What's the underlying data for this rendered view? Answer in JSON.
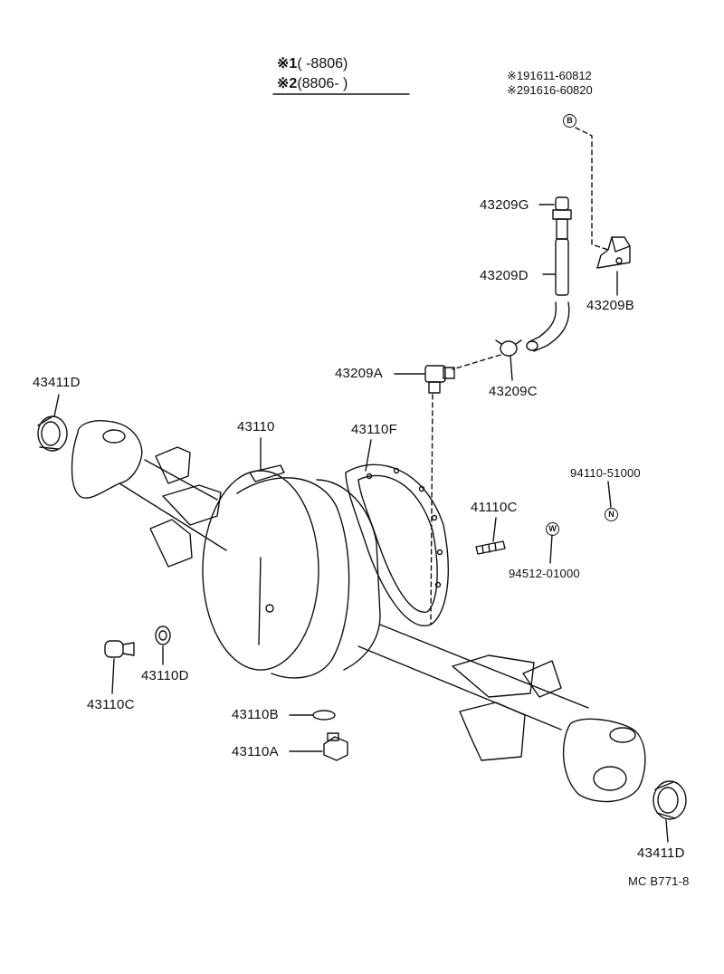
{
  "applicability_notes": [
    {
      "mark": "※1",
      "range": "(        -8806)"
    },
    {
      "mark": "※2",
      "range": "(8806-         )"
    }
  ],
  "bleeder_notes": [
    "※191611-60812",
    "※291616-60820"
  ],
  "callout_marks": {
    "b": "B",
    "w": "W",
    "n": "N"
  },
  "parts": {
    "p43209G": "43209G",
    "p43209D": "43209D",
    "p43209B": "43209B",
    "p43209A": "43209A",
    "p43209C": "43209C",
    "p43411D_left": "43411D",
    "p43110": "43110",
    "p43110F": "43110F",
    "p94110": "94110-51000",
    "p41110C": "41110C",
    "p94512": "94512-01000",
    "p43110D": "43110D",
    "p43110C": "43110C",
    "p43110B": "43110B",
    "p43110A": "43110A",
    "p43411D_right": "43411D"
  },
  "figure_code": "MC  B771-8"
}
